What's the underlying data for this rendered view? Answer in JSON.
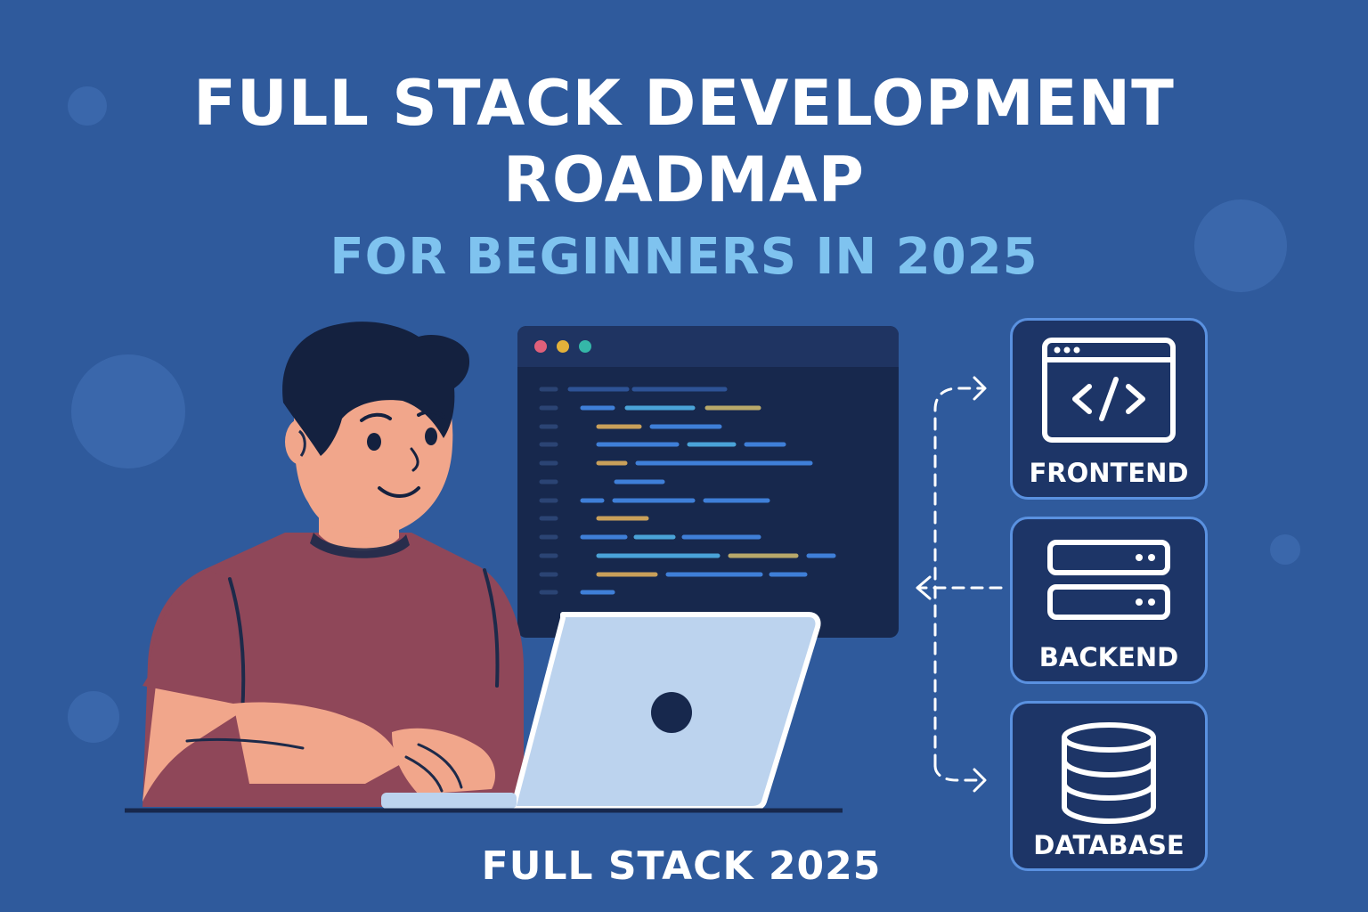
{
  "header": {
    "title_line1": "FULL STACK DEVELOPMENT",
    "title_line2": "ROADMAP",
    "subtitle": "FOR BEGINNERS IN 2025"
  },
  "footer": {
    "label": "FULL STACK 2025"
  },
  "stack": {
    "frontend": {
      "label": "FRONTEND",
      "icon": "code-window-icon"
    },
    "backend": {
      "label": "BACKEND",
      "icon": "server-icon"
    },
    "database": {
      "label": "DATABASE",
      "icon": "database-icon"
    }
  },
  "colors": {
    "background": "#2f5a9c",
    "subtitle": "#7fc3ef",
    "card_border": "#5a91e0",
    "card_fill": "#1d3567",
    "editor_bg": "#17284d",
    "shirt": "#8f4759",
    "skin": "#f1a68b",
    "hair": "#14213f",
    "laptop": "#bcd3ee"
  }
}
